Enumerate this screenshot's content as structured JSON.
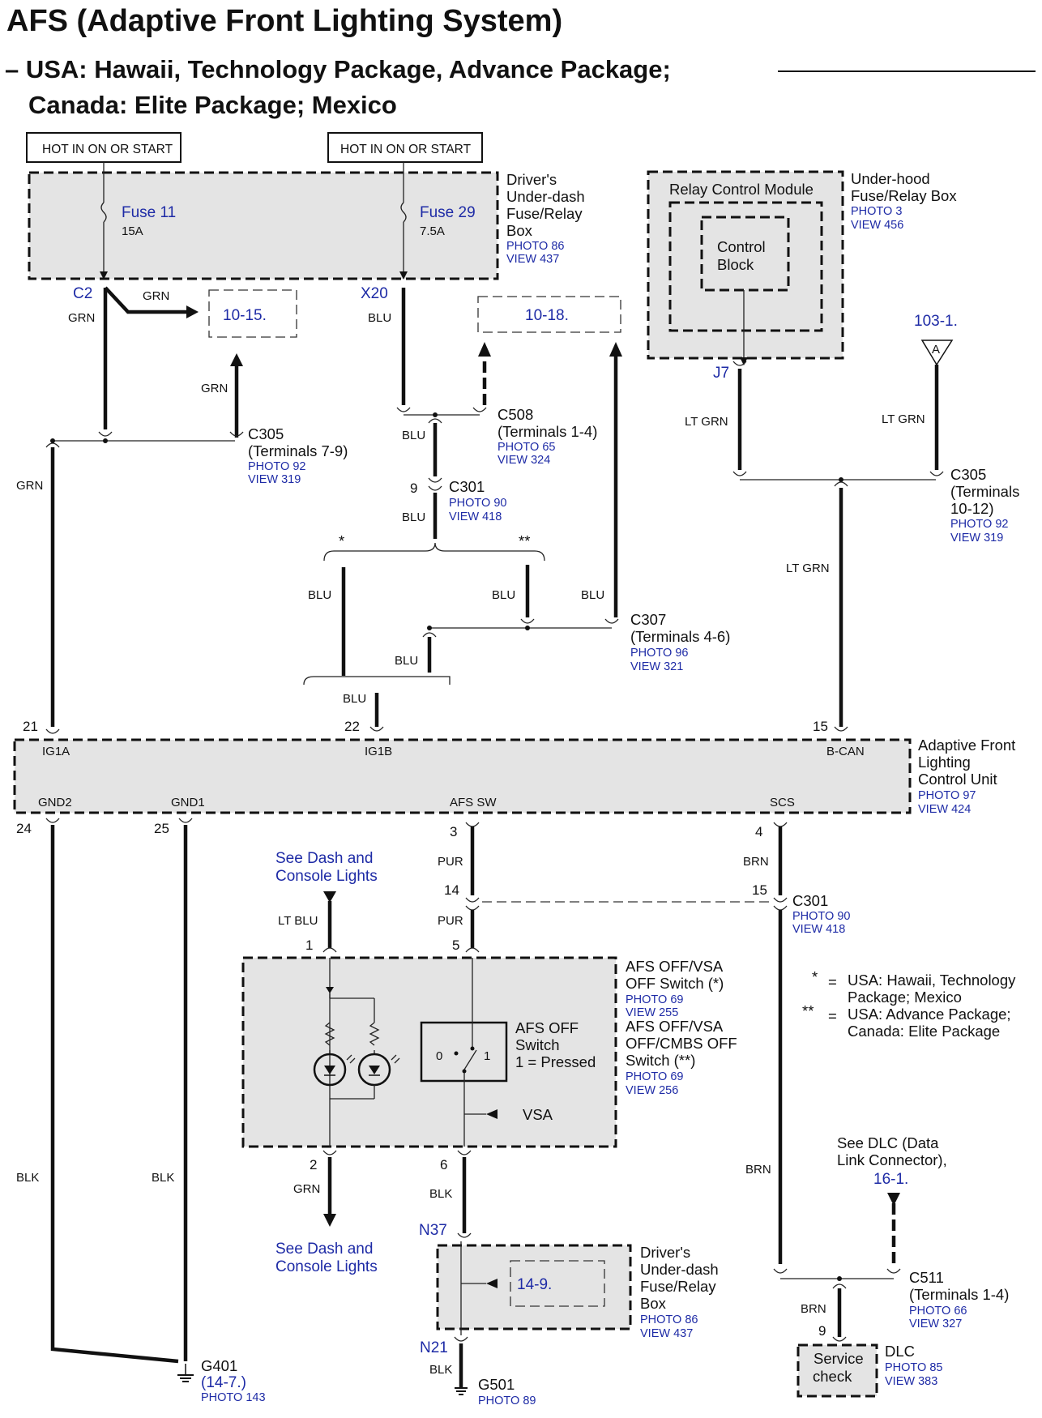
{
  "title": "AFS (Adaptive Front Lighting System)",
  "subtitle_line1": "– USA: Hawaii, Technology Package, Advance Package;",
  "subtitle_line2": "Canada: Elite Package; Mexico",
  "hot_label_1": "HOT IN ON OR START",
  "hot_label_2": "HOT IN ON OR START",
  "drivers_box_top": {
    "lines": [
      "Driver's",
      "Under-dash",
      "Fuse/Relay",
      "Box"
    ],
    "photo": "PHOTO 86",
    "view": "VIEW 437",
    "fuse1_name": "Fuse 11",
    "fuse1_rating": "15A",
    "fuse2_name": "Fuse 29",
    "fuse2_rating": "7.5A",
    "conn_c2": "C2",
    "conn_x20": "X20"
  },
  "relay_module": {
    "title": "Relay Control Module",
    "block_l1": "Control",
    "block_l2": "Block",
    "conn_j7": "J7",
    "box_l1": "Under-hood",
    "box_l2": "Fuse/Relay Box",
    "photo": "PHOTO 3",
    "view": "VIEW 456"
  },
  "refs": {
    "r10_15": "10-15.",
    "r10_18": "10-18.",
    "r103_1": "103-1.",
    "r14_9": "14-9.",
    "r16_1": "16-1.",
    "r14_7": "(14-7.)",
    "ground_a": "A"
  },
  "wires": {
    "grn": "GRN",
    "blu": "BLU",
    "lt_grn": "LT GRN",
    "lt_blu": "LT BLU",
    "pur": "PUR",
    "brn": "BRN",
    "blk": "BLK"
  },
  "c508": {
    "name": "C508",
    "detail": "(Terminals 1-4)",
    "photo": "PHOTO 65",
    "view": "VIEW 324"
  },
  "c305a": {
    "name": "C305",
    "detail": "(Terminals 7-9)",
    "photo": "PHOTO 92",
    "view": "VIEW 319"
  },
  "c305b": {
    "name": "C305",
    "detail1": "(Terminals",
    "detail2": "10-12)",
    "photo": "PHOTO 92",
    "view": "VIEW 319"
  },
  "c301a": {
    "pin": "9",
    "name": "C301",
    "photo": "PHOTO 90",
    "view": "VIEW 418"
  },
  "c307": {
    "name": "C307",
    "detail": "(Terminals 4-6)",
    "photo": "PHOTO 96",
    "view": "VIEW 321"
  },
  "star1": "*",
  "star2": "**",
  "afs_unit": {
    "lines": [
      "Adaptive Front",
      "Lighting",
      "Control Unit"
    ],
    "photo": "PHOTO 97",
    "view": "VIEW 424",
    "ig1a": "IG1A",
    "ig1b": "IG1B",
    "bcan": "B-CAN",
    "gnd2": "GND2",
    "gnd1": "GND1",
    "afssw": "AFS SW",
    "scs": "SCS",
    "pin21": "21",
    "pin22": "22",
    "pin15": "15",
    "pin24": "24",
    "pin25": "25",
    "pin3": "3",
    "pin4": "4"
  },
  "c301b": {
    "pin14": "14",
    "pin15": "15",
    "name": "C301",
    "photo": "PHOTO 90",
    "view": "VIEW 418"
  },
  "see_dash_1": [
    "See Dash and",
    "Console Lights"
  ],
  "see_dash_2": [
    "See Dash and",
    "Console Lights"
  ],
  "switch": {
    "pin1": "1",
    "pin5": "5",
    "pin2": "2",
    "pin6": "6",
    "afs_off_l1": "AFS OFF",
    "afs_off_l2": "Switch",
    "afs_off_l3": "1 = Pressed",
    "pos0": "0",
    "pos1": "1",
    "vsa": "VSA",
    "sw1_l1": "AFS OFF/VSA",
    "sw1_l2": "OFF Switch (*)",
    "sw1_photo": "PHOTO 69",
    "sw1_view": "VIEW 255",
    "sw2_l1": "AFS OFF/VSA",
    "sw2_l2": "OFF/CMBS OFF",
    "sw2_l3": "Switch (**)",
    "sw2_photo": "PHOTO 69",
    "sw2_view": "VIEW 256"
  },
  "legend": {
    "star1": "*",
    "star2": "**",
    "eq": "=",
    "l1a": "USA: Hawaii, Technology",
    "l1b": "Package; Mexico",
    "l2a": "USA: Advance Package;",
    "l2b": "Canada: Elite Package"
  },
  "drivers_box_bottom": {
    "lines": [
      "Driver's",
      "Under-dash",
      "Fuse/Relay",
      "Box"
    ],
    "photo": "PHOTO 86",
    "view": "VIEW 437",
    "n37": "N37",
    "n21": "N21"
  },
  "dlc": {
    "see_l1": "See DLC (Data",
    "see_l2": "Link Connector),",
    "c511": "C511",
    "c511_detail": "(Terminals 1-4)",
    "c511_photo": "PHOTO 66",
    "c511_view": "VIEW 327",
    "pin9": "9",
    "service_l1": "Service",
    "service_l2": "check",
    "name": "DLC",
    "photo": "PHOTO 85",
    "view": "VIEW 383"
  },
  "g401": {
    "name": "G401",
    "photo": "PHOTO 143"
  },
  "g501": {
    "name": "G501",
    "photo": "PHOTO 89"
  }
}
